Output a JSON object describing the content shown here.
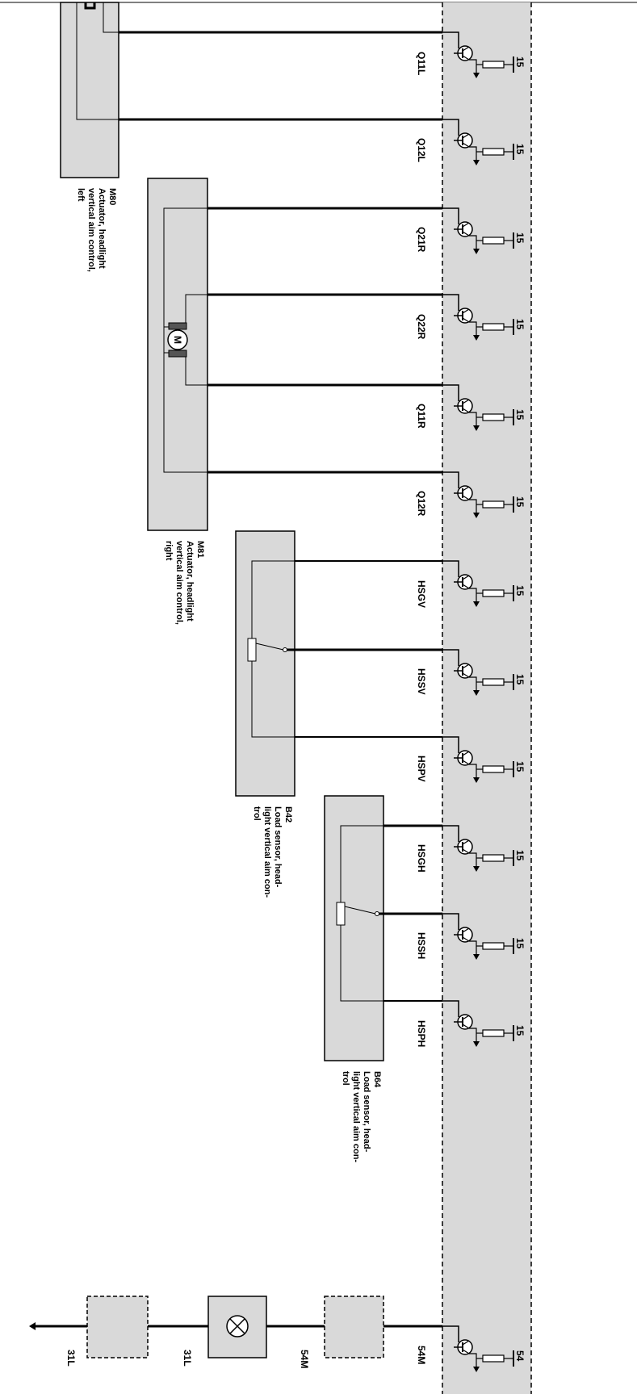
{
  "colors": {
    "background": "#ffffff",
    "module_fill": "#d9d9d9",
    "component_fill": "#d9d9d9",
    "wire": "#000000"
  },
  "components": {
    "m80": {
      "code": "M80",
      "desc": [
        "Actuator, headlight",
        "vertical aim  control,",
        "left"
      ]
    },
    "m81": {
      "code": "M81",
      "desc": [
        "Actuator, headlight",
        "vertical aim  control,",
        "right"
      ]
    },
    "b42": {
      "code": "B42",
      "desc": [
        "Load sensor, head-",
        "light vertical aim   con-",
        "trol"
      ]
    },
    "b64": {
      "code": "B64",
      "desc": [
        "Load sensor, head-",
        "light vertical aim   con-",
        "trol"
      ]
    }
  },
  "pins": [
    {
      "label": "Q11L",
      "ref": "15"
    },
    {
      "label": "Q12L",
      "ref": "15"
    },
    {
      "label": "Q21R",
      "ref": "15"
    },
    {
      "label": "Q22R",
      "ref": "15"
    },
    {
      "label": "Q11R",
      "ref": "15"
    },
    {
      "label": "Q12R",
      "ref": "15"
    },
    {
      "label": "HSGV",
      "ref": "15"
    },
    {
      "label": "HSSV",
      "ref": "15"
    },
    {
      "label": "HSPV",
      "ref": "15"
    },
    {
      "label": "HSGH",
      "ref": "15"
    },
    {
      "label": "HSSH",
      "ref": "15"
    },
    {
      "label": "HSPH",
      "ref": "15"
    },
    {
      "label": "54M",
      "ref": "54"
    }
  ],
  "bottom_labels": {
    "ground": "31L",
    "lamp_left": "31L",
    "lamp_right": "54M"
  },
  "icons": {
    "motor": "M",
    "lamp": "lamp-cross-icon",
    "ground": "ground-arrow-icon"
  }
}
